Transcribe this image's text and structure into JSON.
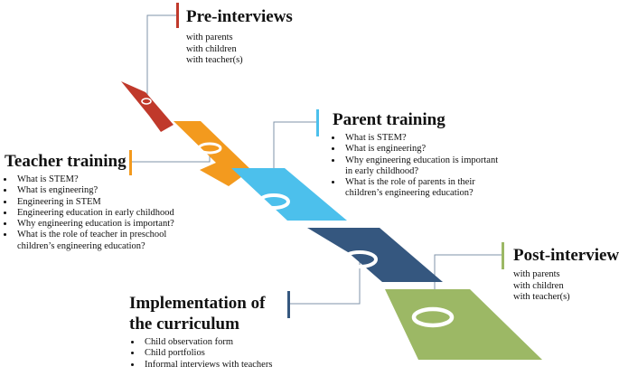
{
  "colors": {
    "pre": "#c0392b",
    "teacher": "#f39a1e",
    "parent": "#4cc0ec",
    "implementation": "#35577f",
    "post": "#9cb865",
    "connector": "#7f93a8"
  },
  "pre_interviews": {
    "title": "Pre-interviews",
    "items": [
      "with parents",
      "with children",
      "with teacher(s)"
    ]
  },
  "parent_training": {
    "title": "Parent training",
    "items": [
      "What is STEM?",
      "What is engineering?",
      "Why engineering education is important in early childhood?",
      "What is the role of parents in their children’s engineering education?"
    ]
  },
  "teacher_training": {
    "title": "Teacher training",
    "items": [
      "What is STEM?",
      "What is engineering?",
      "Engineering in STEM",
      "Engineering education in early childhood",
      "Why engineering education is important?",
      "What is the role of teacher in preschool children’s engineering education?"
    ]
  },
  "implementation": {
    "title": "Implementation of the curriculum",
    "items": [
      "Child observation form",
      "Child portfolios",
      "Informal interviews with teachers"
    ]
  },
  "post_interviews": {
    "title": "Post-interviews",
    "items": [
      "with parents",
      "with children",
      "with teacher(s)"
    ]
  }
}
